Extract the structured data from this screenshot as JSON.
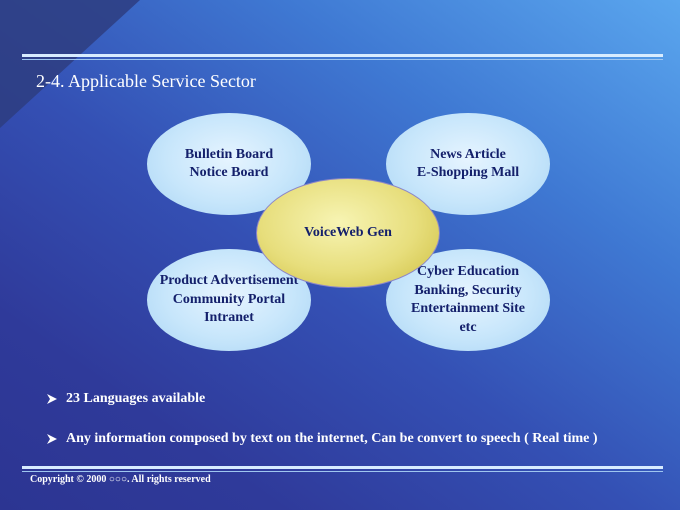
{
  "slide": {
    "title": "2-4. Applicable Service Sector",
    "center_label": "VoiceWeb Gen",
    "sectors": {
      "top_left": [
        "Bulletin Board",
        "Notice Board"
      ],
      "top_right": [
        "News Article",
        "E-Shopping Mall"
      ],
      "bottom_left": [
        "Product Advertisement",
        "Community Portal",
        "Intranet"
      ],
      "bottom_right": [
        "Cyber Education",
        "Banking, Security",
        "Entertainment Site",
        "etc"
      ]
    },
    "bullets": [
      "23 Languages available",
      "Any information composed by text on the internet, Can be convert to speech ( Real time )"
    ],
    "footer": "Copyright © 2000 ○○○. All rights reserved",
    "bullet_icon": "arrowhead-bullet-icon",
    "colors": {
      "sector_fill": "#c7e6fb",
      "center_fill": "#e7de7c",
      "text_dark": "#14206b",
      "text_light": "#ffffff"
    }
  }
}
